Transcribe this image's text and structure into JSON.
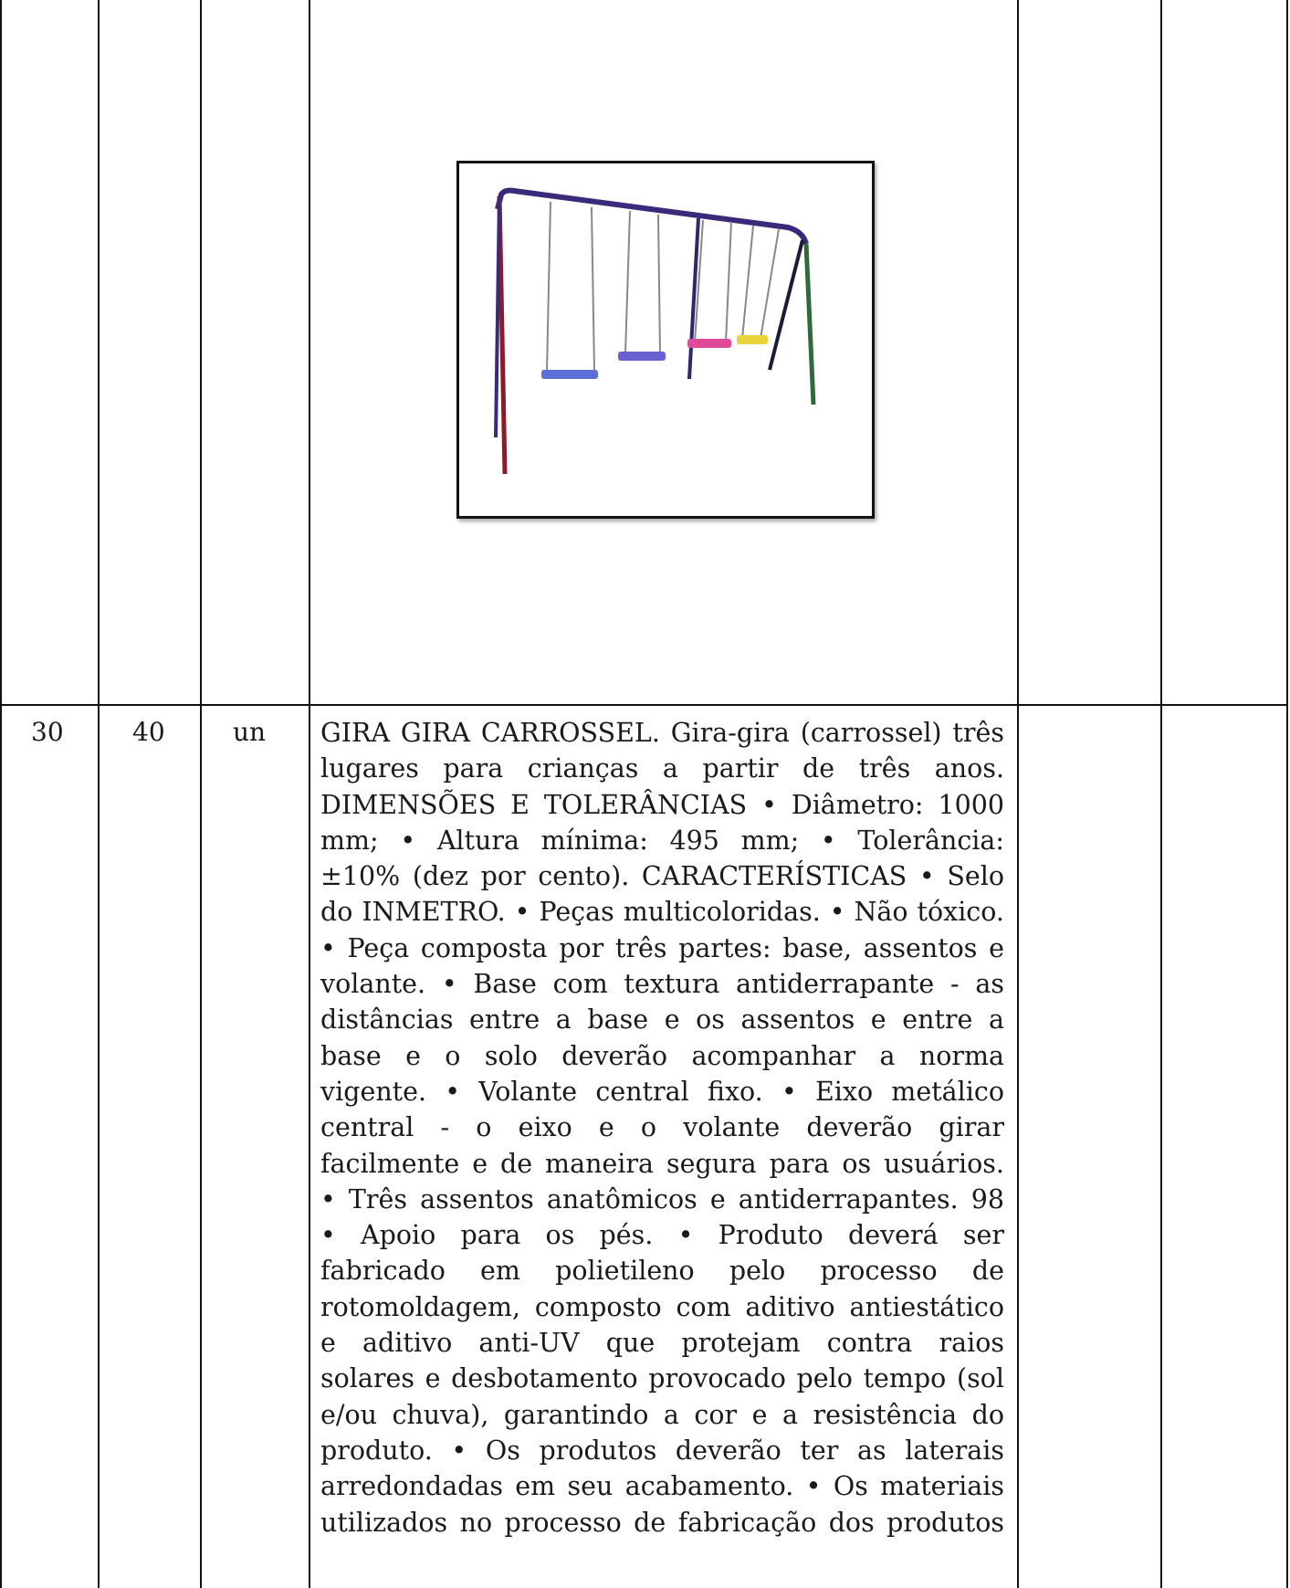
{
  "table": {
    "rows": [
      {
        "item": "",
        "quantity": "",
        "unit": "",
        "image_alt": "swing-set-photo",
        "description_lines": []
      },
      {
        "item": "30",
        "quantity": "40",
        "unit": "un",
        "description_lines": [
          "GIRA GIRA CARROSSEL. Gira-gira (carrossel) três",
          "lugares para crianças a partir de três anos.",
          "DIMENSÕES E TOLERÂNCIAS • Diâmetro: 1000",
          "mm; • Altura mínima: 495 mm; • Tolerância:",
          "±10% (dez por cento). CARACTERÍSTICAS • Selo",
          "do INMETRO. • Peças multicoloridas. • Não tóxico.",
          "• Peça composta por três partes: base, assentos e",
          "volante. • Base com textura antiderrapante - as",
          "distâncias entre a base e os assentos e entre a",
          "base e o solo deverão acompanhar a norma",
          "vigente. • Volante central fixo. • Eixo metálico",
          "central - o eixo e o volante deverão girar",
          "facilmente e de maneira segura para os usuários.",
          "• Três assentos anatômicos e antiderrapantes. 98",
          "• Apoio para os pés. • Produto deverá ser",
          "fabricado em polietileno pelo processo de",
          "rotomoldagem, composto com aditivo antiestático",
          "e aditivo anti-UV que protejam contra raios",
          "solares e desbotamento provocado pelo tempo (sol",
          "e/ou chuva), garantindo a cor e a resistência do",
          "produto. • Os produtos deverão ter as laterais",
          "arredondadas em seu acabamento. • Os materiais",
          "utilizados no processo de fabricação dos produtos"
        ]
      }
    ]
  },
  "colors": {
    "frame_top": "#3b2a7a",
    "leg_left": "#8b1a2a",
    "leg_right": "#2f6a3a",
    "seat_1": "#5b6fd6",
    "seat_2": "#6a5fd0",
    "seat_3": "#e04a9a",
    "seat_4": "#e8d43a"
  }
}
